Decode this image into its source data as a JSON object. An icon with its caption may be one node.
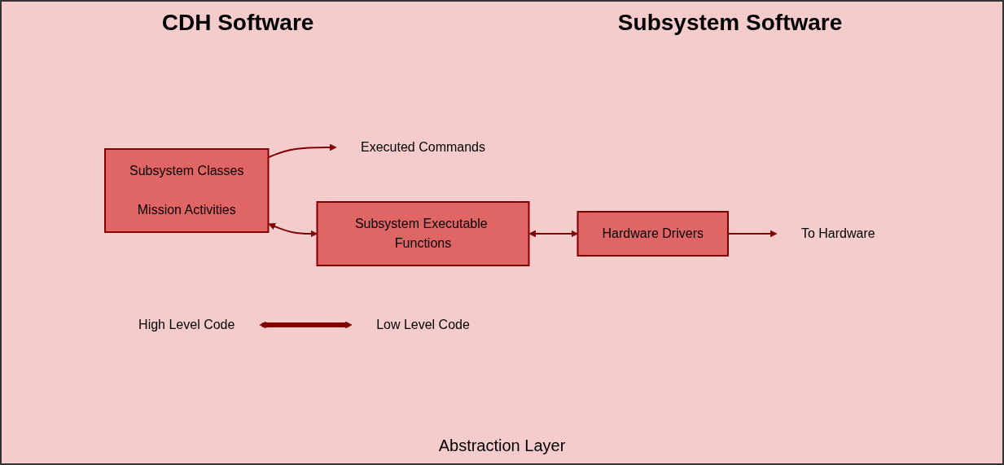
{
  "diagram": {
    "nodes": [
      {
        "text": [
          "Executed Commands"
        ]
      },
      {
        "text": [
          "Subsystem Classes",
          "Mission Activities"
        ]
      },
      {
        "text": [
          "Subsystem Executable Functions"
        ]
      },
      {
        "text": [
          "Hardware Drivers"
        ]
      },
      {
        "text": [
          "To Hardware"
        ]
      },
      {
        "text": [
          "High Level Code"
        ]
      },
      {
        "text": [
          "Low Level Code"
        ]
      }
    ],
    "edges": [
      {
        "from": 1,
        "to": 0,
        "arrow": "to"
      },
      {
        "from": 1,
        "to": 2,
        "arrow": "both"
      },
      {
        "from": 2,
        "to": 3,
        "arrow": "both"
      },
      {
        "from": 3,
        "to": 4,
        "arrow": "to"
      },
      {
        "from": 5,
        "to": 6,
        "arrow": "both",
        "style": "thick"
      }
    ],
    "labels": [
      "CDH Software",
      "Subsystem Software",
      "Abstraction Layer"
    ]
  }
}
